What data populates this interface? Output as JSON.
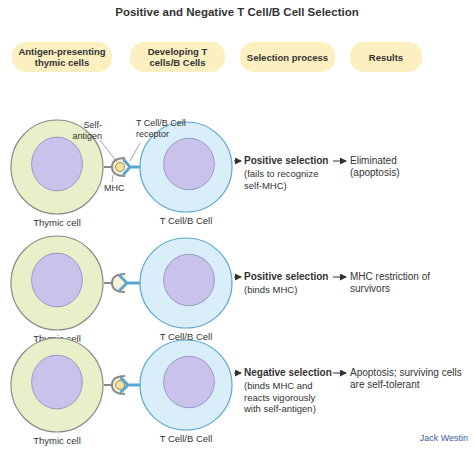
{
  "diagram": {
    "title": "Positive and Negative T Cell/B Cell Selection",
    "nodes": [
      {
        "text": [
          "Antigen-presenting thymic cells"
        ]
      },
      {
        "text": [
          "Developing T cells/B Cells"
        ]
      },
      {
        "text": [
          "Selection process"
        ]
      },
      {
        "text": [
          "Results"
        ]
      },
      {
        "text": [
          "Thymic cell"
        ]
      },
      {
        "text": [
          "T Cell/B Cell"
        ]
      },
      {
        "text": [
          "Thymic cell"
        ]
      },
      {
        "text": [
          "T Cell/B Cell"
        ]
      },
      {
        "text": [
          "Thymic cell"
        ]
      },
      {
        "text": [
          "T Cell/B Cell"
        ]
      }
    ],
    "labels": [
      "Self-antigen",
      "T Cell/B Cell receptor",
      "MHC",
      "Positive selection",
      "(fails to recognize self-MHC)",
      "Eliminated (apoptosis)",
      "Positive selection",
      "(binds MHC)",
      "MHC restriction of survivors",
      "Negative selection",
      "(binds MHC and reacts vigorously with self-antigen)",
      "Apoptosis; surviving cells are self-tolerant",
      "Jack Westin"
    ]
  }
}
